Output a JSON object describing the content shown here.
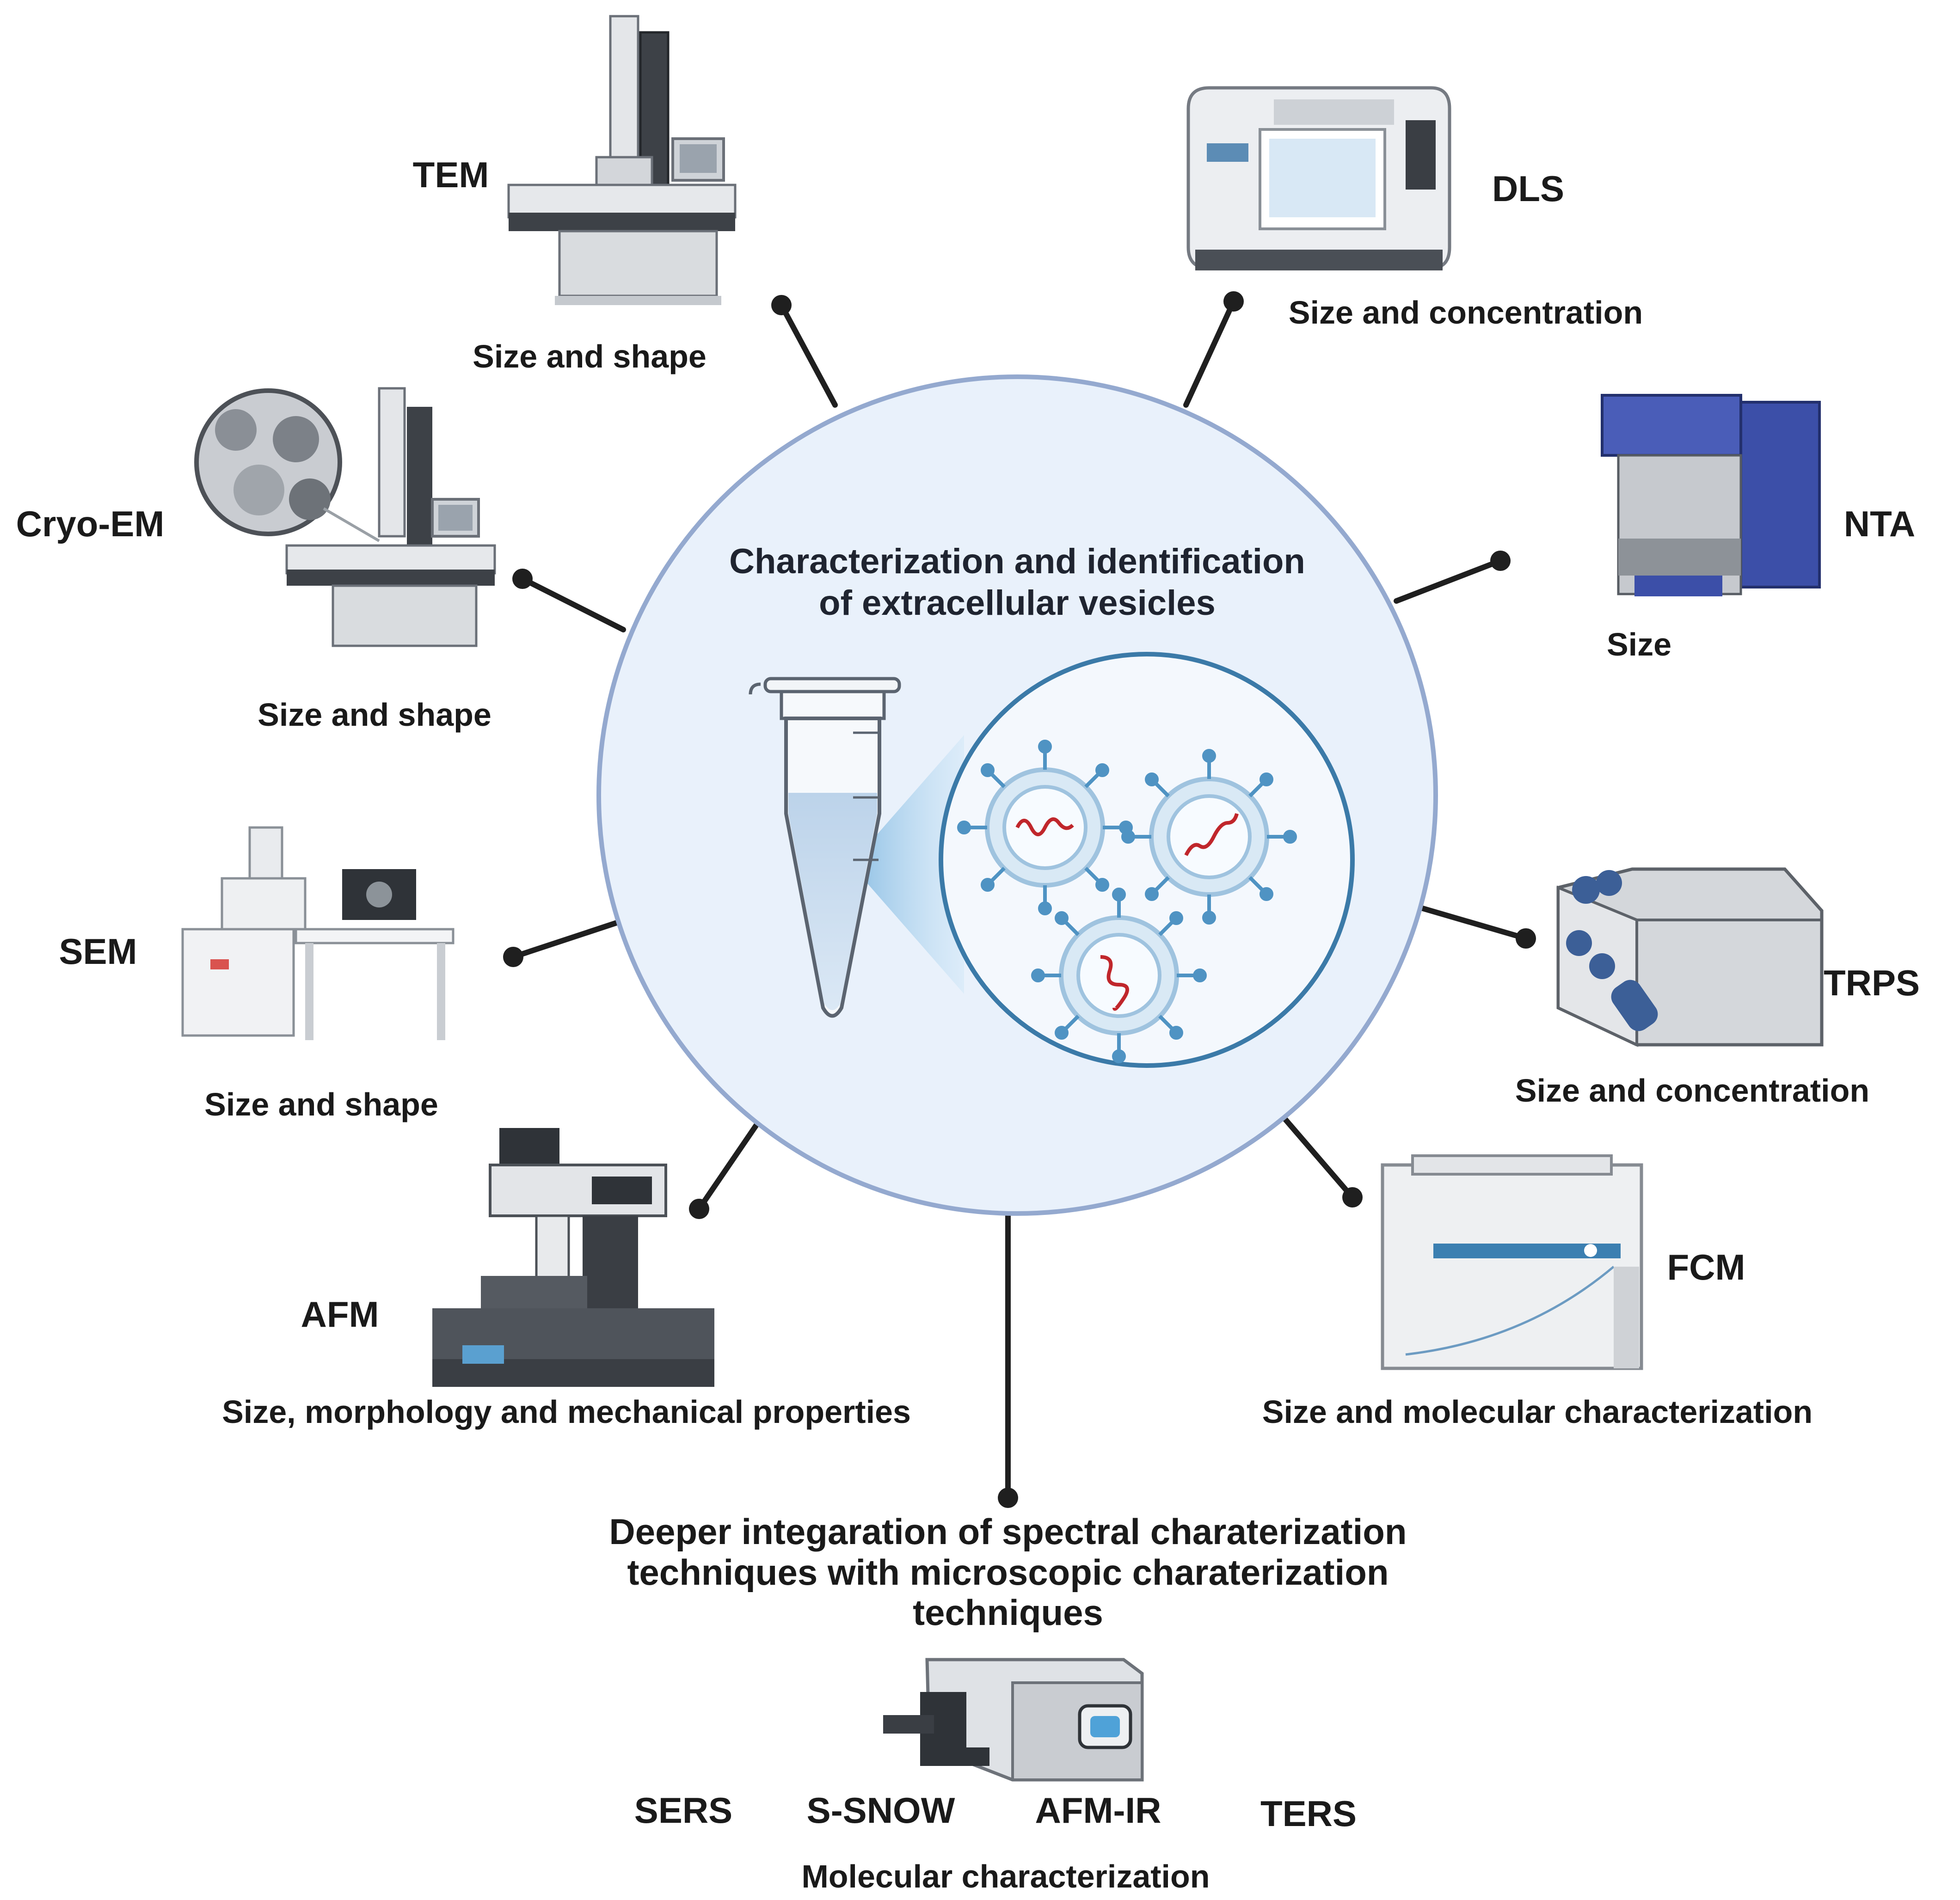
{
  "center": {
    "title_line1": "Characterization and identification",
    "title_line2": "of extracellular vesicles"
  },
  "techniques": {
    "tem": {
      "name": "TEM",
      "property": "Size and shape"
    },
    "cryo": {
      "name": "Cryo-EM",
      "property": "Size and shape"
    },
    "sem": {
      "name": "SEM",
      "property": "Size and shape"
    },
    "afm": {
      "name": "AFM",
      "property": "Size, morphology and mechanical properties"
    },
    "dls": {
      "name": "DLS",
      "property": "Size and concentration"
    },
    "nta": {
      "name": "NTA",
      "property": "Size"
    },
    "trps": {
      "name": "TRPS",
      "property": "Size and concentration"
    },
    "fcm": {
      "name": "FCM",
      "property": "Size and molecular characterization"
    }
  },
  "bottom": {
    "title_line1": "Deeper integaration of spectral charaterization",
    "title_line2": "techniques with microscopic charaterization",
    "title_line3": "techniques",
    "methods": [
      "SERS",
      "S-SNOW",
      "AFM-IR",
      "TERS"
    ],
    "property": "Molecular characterization"
  },
  "colors": {
    "circle_fill": "#e9f1fb",
    "circle_stroke": "#94a9cf",
    "vesicle_zoom_stroke": "#3b7aa8",
    "rna": "#c0262b",
    "nta_blue": "#3c4fa8"
  }
}
